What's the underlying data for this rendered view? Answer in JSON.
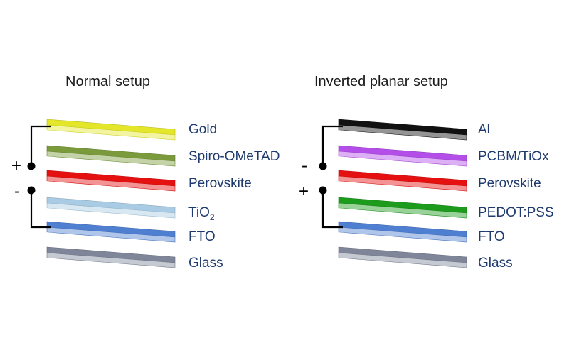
{
  "stacks": [
    {
      "title": "Normal setup",
      "layers": [
        {
          "label": "Gold",
          "sub": "",
          "color": "#e3e629"
        },
        {
          "label": "Spiro-OMeTAD",
          "sub": "",
          "color": "#7a9a3c"
        },
        {
          "label": "Perovskite",
          "sub": "",
          "color": "#e51010"
        },
        {
          "label": "TiO",
          "sub": "2",
          "color": "#a9cbe3"
        },
        {
          "label": "FTO",
          "sub": "",
          "color": "#4f7fd0"
        },
        {
          "label": "Glass",
          "sub": "",
          "color": "#7f8699"
        }
      ],
      "top_terminal": "+",
      "bottom_terminal": "-"
    },
    {
      "title": "Inverted planar setup",
      "layers": [
        {
          "label": "Al",
          "sub": "",
          "color": "#111111"
        },
        {
          "label": "PCBM/TiOx",
          "sub": "",
          "color": "#b44ee8"
        },
        {
          "label": "Perovskite",
          "sub": "",
          "color": "#e51010"
        },
        {
          "label": "PEDOT:PSS",
          "sub": "",
          "color": "#1d9b1d"
        },
        {
          "label": "FTO",
          "sub": "",
          "color": "#4f7fd0"
        },
        {
          "label": "Glass",
          "sub": "",
          "color": "#7f8699"
        }
      ],
      "top_terminal": "-",
      "bottom_terminal": "+"
    }
  ]
}
